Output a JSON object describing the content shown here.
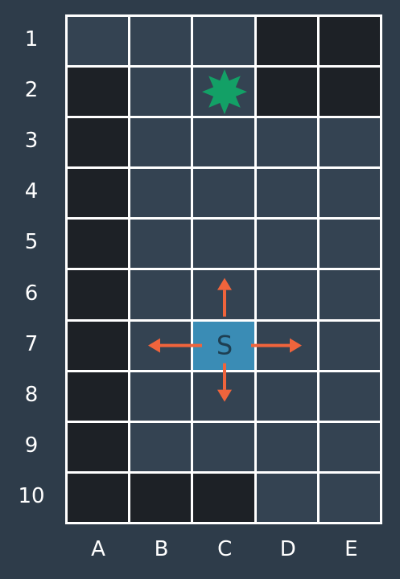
{
  "grid": {
    "columns": [
      "A",
      "B",
      "C",
      "D",
      "E"
    ],
    "rows": [
      "1",
      "2",
      "3",
      "4",
      "5",
      "6",
      "7",
      "8",
      "9",
      "10"
    ],
    "cells": [
      [
        "light",
        "light",
        "light",
        "dark",
        "dark"
      ],
      [
        "dark",
        "light",
        "light",
        "dark",
        "dark"
      ],
      [
        "dark",
        "light",
        "light",
        "light",
        "light"
      ],
      [
        "dark",
        "light",
        "light",
        "light",
        "light"
      ],
      [
        "dark",
        "light",
        "light",
        "light",
        "light"
      ],
      [
        "dark",
        "light",
        "light",
        "light",
        "light"
      ],
      [
        "dark",
        "light",
        "start",
        "light",
        "light"
      ],
      [
        "dark",
        "light",
        "light",
        "light",
        "light"
      ],
      [
        "dark",
        "light",
        "light",
        "light",
        "light"
      ],
      [
        "dark",
        "dark",
        "dark",
        "light",
        "light"
      ]
    ]
  },
  "start": {
    "label": "S",
    "cell": "C7"
  },
  "goal": {
    "icon": "star-icon",
    "cell": "C2"
  },
  "moves": [
    "up",
    "down",
    "left",
    "right"
  ],
  "colors": {
    "background": "#2e3c4a",
    "light_cell": "#344352",
    "dark_cell": "#1d2126",
    "start_cell": "#3a8cb5",
    "start_text": "#1e3f52",
    "goal": "#13a066",
    "arrow": "#f0643c",
    "grid_line": "#ffffff"
  }
}
